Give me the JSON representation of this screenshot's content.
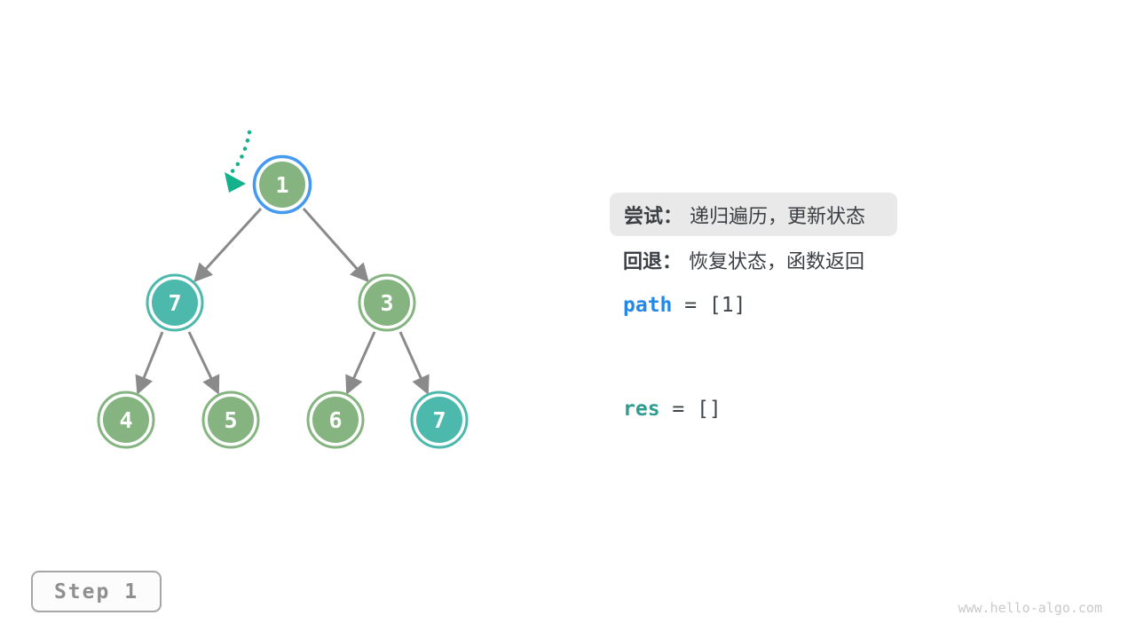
{
  "title": "Backtracking trial step on binary tree",
  "colors": {
    "node-green": "#85b481",
    "node-teal": "#4db8ac",
    "highlight-blue": "#4499f0",
    "arrow-green": "#14b28c",
    "edge-gray": "#8a8a8a",
    "note-bg": "#e9e9e9",
    "text-dark": "#3b3f44",
    "code-dark": "#3f454b",
    "path-blue": "#2388e8",
    "res-teal": "#2e9c8f",
    "step-gray": "#8f8f8f",
    "step-border": "#a6a6a6",
    "watermark-gray": "#c9c9c9"
  },
  "tree": {
    "nodes": [
      {
        "label": "1",
        "state": "current-highlighted-blue-ring",
        "color": "green"
      },
      {
        "label": "7",
        "state": "match",
        "color": "teal"
      },
      {
        "label": "3",
        "state": "default",
        "color": "green"
      },
      {
        "label": "4",
        "state": "default",
        "color": "green"
      },
      {
        "label": "5",
        "state": "default",
        "color": "green"
      },
      {
        "label": "6",
        "state": "default",
        "color": "green"
      },
      {
        "label": "7",
        "state": "match",
        "color": "teal"
      }
    ],
    "edges": [
      [
        0,
        1
      ],
      [
        0,
        2
      ],
      [
        1,
        3
      ],
      [
        1,
        4
      ],
      [
        2,
        5
      ],
      [
        2,
        6
      ]
    ],
    "pointer": {
      "icon": "dotted-arrow-icon",
      "target_node": "1"
    }
  },
  "notes": {
    "try_label": "尝试：",
    "try_text": "递归遍历，更新状态",
    "back_label": "回退：",
    "back_text": "恢复状态，函数返回"
  },
  "variables": {
    "path_name": "path",
    "path_value": " = [1]",
    "res_name": "res",
    "res_value": " = []"
  },
  "step": {
    "label": "Step 1"
  },
  "watermark": "www.hello-algo.com"
}
